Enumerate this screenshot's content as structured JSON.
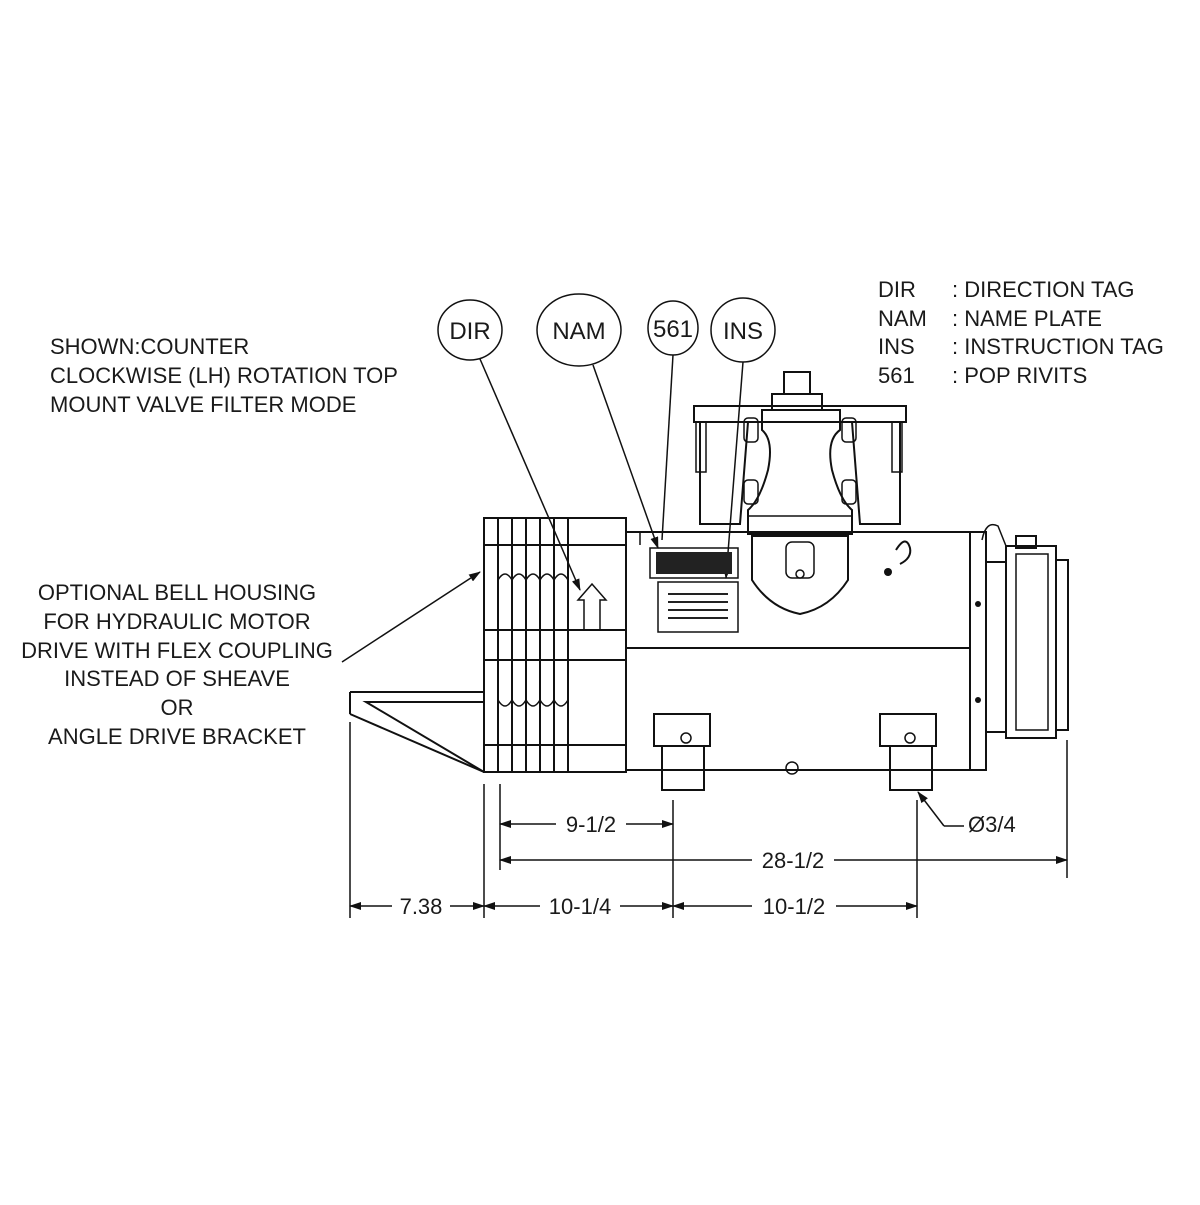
{
  "note_shown": [
    "SHOWN:COUNTER",
    "CLOCKWISE (LH) ROTATION TOP",
    "MOUNT VALVE FILTER MODE"
  ],
  "note_optional": [
    "OPTIONAL BELL HOUSING",
    "FOR HYDRAULIC MOTOR",
    "DRIVE WITH FLEX COUPLING",
    "INSTEAD OF SHEAVE",
    "OR",
    "ANGLE DRIVE BRACKET"
  ],
  "callouts": {
    "dir": "DIR",
    "nam": "NAM",
    "rivets": "561",
    "ins": "INS"
  },
  "legend": [
    {
      "code": "DIR",
      "desc": ": DIRECTION TAG"
    },
    {
      "code": "NAM",
      "desc": ": NAME PLATE"
    },
    {
      "code": "INS",
      "desc": ":  INSTRUCTION TAG"
    },
    {
      "code": "561",
      "desc": ": POP RIVITS"
    }
  ],
  "dimensions": {
    "nine_half": "9-1/2",
    "twenty_eight_half": "28-1/2",
    "seven_38": "7.38",
    "ten_quarter": "10-1/4",
    "ten_half": "10-1/2",
    "hole": "Ø3/4"
  }
}
